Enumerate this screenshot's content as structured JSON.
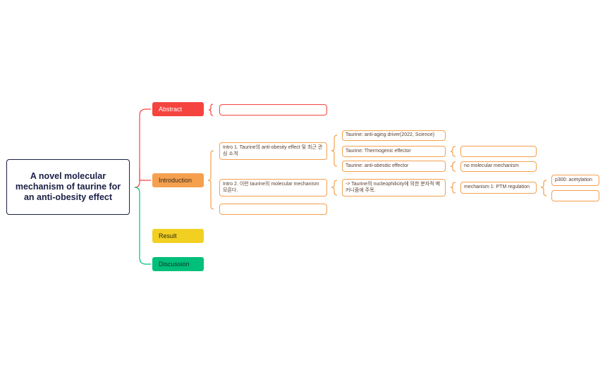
{
  "root": {
    "title": "A novel molecular mechanism of taurine for an anti-obesity effect"
  },
  "colors": {
    "abstract": "#f5443f",
    "introduction": "#f5a04e",
    "result": "#f2d022",
    "discussion": "#00bf7a",
    "root_border": "#1b1f45"
  },
  "branches": {
    "abstract": {
      "label": "Abstract",
      "children": [
        ""
      ]
    },
    "introduction": {
      "label": "Introduction",
      "intro1": {
        "label": "Intro 1. Taurine의 anti-obesity effect 및 최근 관심 소개",
        "children": [
          {
            "label": "Taurine: anti-aging driver(2022, Science)"
          },
          {
            "label": "Taurine: Thermogenic effector",
            "children": [
              ""
            ]
          },
          {
            "label": "Taurine: anti-obesitic effector",
            "children": [
              "no molecular mechanism"
            ]
          }
        ]
      },
      "intro2": {
        "label": "Intro 2. 이런 taurine의 molecular mechanism 모른다.",
        "children": [
          {
            "label": "-> Taurine의 nucleophilicity에 의한 분자적 메커니즘에 주목.",
            "children": [
              {
                "label": "mechanism 1: PTM regulation",
                "children": [
                  "p300: acetylation",
                  ""
                ]
              }
            ]
          }
        ]
      },
      "intro3": {
        "label": ""
      }
    },
    "result": {
      "label": "Result"
    },
    "discussion": {
      "label": "Discussion"
    }
  }
}
